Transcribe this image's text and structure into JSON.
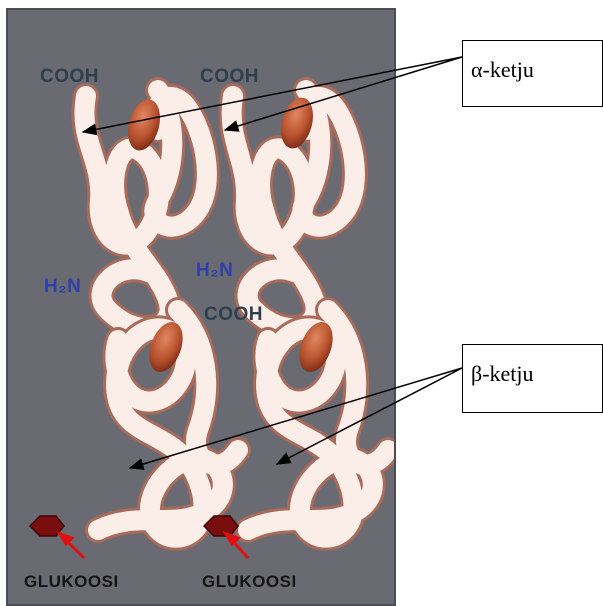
{
  "figure": {
    "labels": {
      "cooh_top_left": "COOH",
      "cooh_top_right": "COOH",
      "h2n_left": "H₂N",
      "h2n_right": "H₂N",
      "cooh_middle": "COOH",
      "glucose_left": "GLUKOOSI",
      "glucose_right": "GLUKOOSI"
    }
  },
  "callouts": {
    "alpha": "α-ketju",
    "beta": "β-ketju"
  },
  "colors": {
    "background": "#6a6a72",
    "chain": "#fbeee8",
    "heme": "#b8522e",
    "glucose": "#7a0d0d",
    "glucose_arrow": "#e01010"
  }
}
